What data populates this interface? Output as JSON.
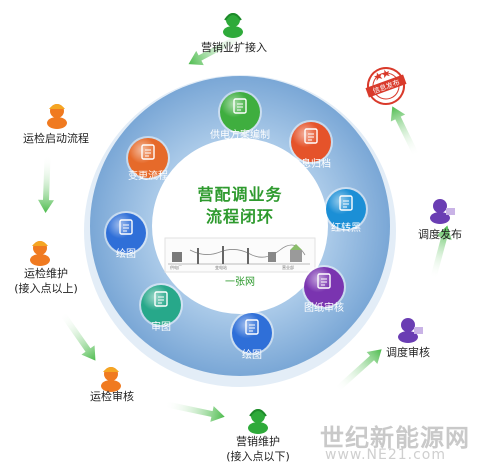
{
  "center": {
    "title_line1": "营配调业务",
    "title_line2": "流程闭环",
    "caption": "一张网"
  },
  "center_map_tiny": [
    "供电厂",
    "变电站",
    "营业部"
  ],
  "ring_items": [
    {
      "label": "供电方案编制",
      "icon": "document-icon",
      "color": "#3fae3f"
    },
    {
      "label": "信息归档",
      "icon": "document-icon",
      "color": "#e5532a"
    },
    {
      "label": "红转黑",
      "icon": "monitor-icon",
      "color": "#1b8fd6"
    },
    {
      "label": "图纸审核",
      "icon": "blueprint-icon",
      "color": "#7a34b0"
    },
    {
      "label": "绘图",
      "icon": "draw-tools-icon",
      "color": "#2f6fd8"
    },
    {
      "label": "审图",
      "icon": "calendar-icon",
      "color": "#27a88a"
    },
    {
      "label": "绘图",
      "icon": "draw-tools-icon",
      "color": "#2f6fd8"
    },
    {
      "label": "变更流程",
      "icon": "document-icon",
      "color": "#e66a2a"
    }
  ],
  "outer_nodes": [
    {
      "label": "营销业扩接入",
      "icon": "headset-operator-icon",
      "color": "#2eaa3a"
    },
    {
      "label": "运检启动流程",
      "icon": "engineer-icon",
      "color": "#f07a20"
    },
    {
      "label": "运检维护\n(接入点以上)",
      "icon": "engineer-icon",
      "color": "#f07a20"
    },
    {
      "label": "运检审核",
      "icon": "engineer-icon",
      "color": "#f07a20"
    },
    {
      "label": "营销维护\n(接入点以下)",
      "icon": "headset-operator-icon",
      "color": "#2eaa3a"
    },
    {
      "label": "调度审核",
      "icon": "dispatcher-icon",
      "color": "#6a3db3"
    },
    {
      "label": "调度发布",
      "icon": "dispatcher-icon",
      "color": "#6a3db3"
    }
  ],
  "stamp": {
    "text": "信息发布",
    "color": "#d93a2b"
  },
  "watermark": {
    "line1": "世纪新能源网",
    "line2": "www.NE21.com"
  },
  "colors": {
    "ring": "#8db6e0",
    "ring_shadow": "#d5e4f2",
    "arrow": "#5ac25a",
    "title": "#2e9a2e"
  }
}
